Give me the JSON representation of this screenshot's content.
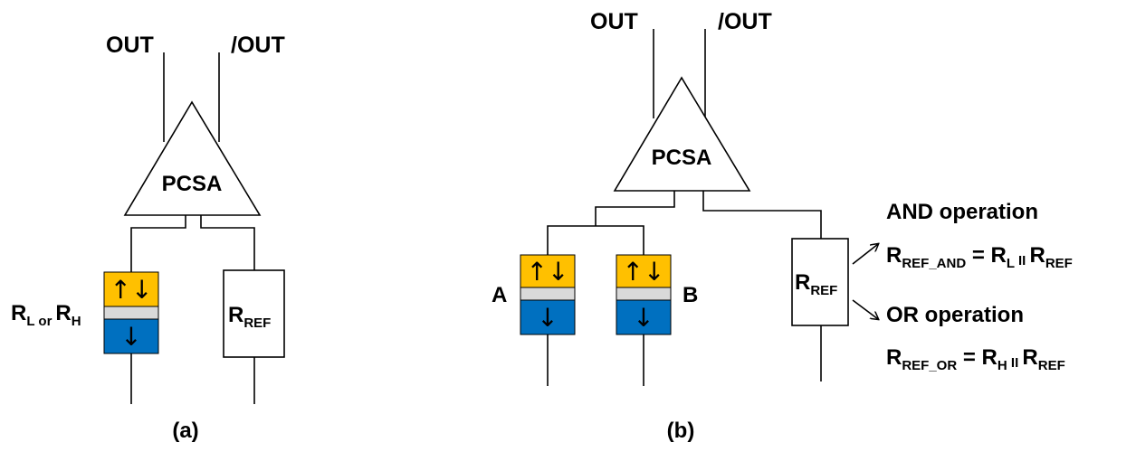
{
  "colors": {
    "free_layer": "#FFC000",
    "barrier": "#D9D9D9",
    "fixed_layer": "#0070C0"
  },
  "icons": {
    "up_arrow": "up-arrow-icon",
    "down_arrow": "down-arrow-icon",
    "right_arrow": "right-arrow-icon"
  },
  "panel_a": {
    "out_label": "OUT",
    "out_bar_label": "/OUT",
    "amp_label": "PCSA",
    "mtj_label": {
      "r": "R",
      "sub1": "L or",
      "r2": "R",
      "sub2": "H"
    },
    "mtj_free_arrows": "↑↓",
    "mtj_fixed_arrow": "↓",
    "ref_label": {
      "r": "R",
      "sub": "REF"
    },
    "caption": "(a)"
  },
  "panel_b": {
    "out_label": "OUT",
    "out_bar_label": "/OUT",
    "amp_label": "PCSA",
    "mtj_a_label": "A",
    "mtj_b_label": "B",
    "mtj_free_arrows": "↑↓",
    "mtj_fixed_arrow": "↓",
    "ref_label": {
      "r": "R",
      "sub": "REF"
    },
    "and_title": "AND operation",
    "and_eq": {
      "r1": "R",
      "s1": "REF_AND",
      "eq": " = ",
      "r2": "R",
      "s2": "L",
      "par": " II ",
      "r3": "R",
      "s3": "REF"
    },
    "or_title": "OR operation",
    "or_eq": {
      "r1": "R",
      "s1": "REF_OR",
      "eq": " = ",
      "r2": "R",
      "s2": "H",
      "par": " II ",
      "r3": "R",
      "s3": "REF"
    },
    "caption": "(b)"
  }
}
